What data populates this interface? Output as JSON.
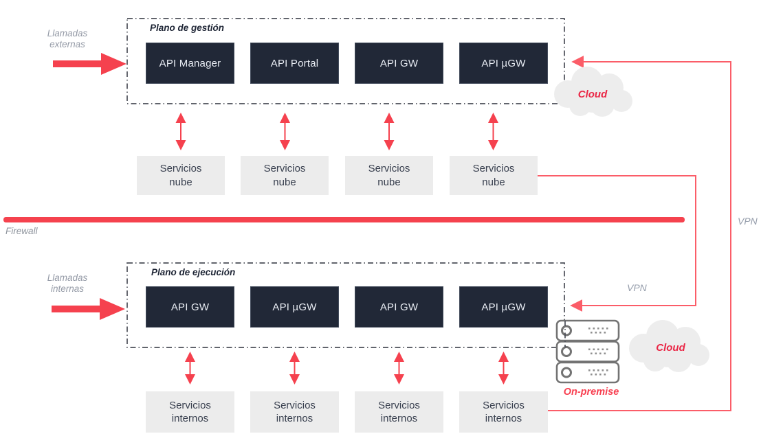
{
  "diagram": {
    "labels": {
      "external_calls": "Llamadas\nexternas",
      "internal_calls": "Llamadas\ninternas",
      "firewall": "Firewall",
      "vpn_inner": "VPN",
      "vpn_outer": "VPN"
    },
    "management_plane": {
      "title": "Plano de gestión",
      "boxes": [
        "API Manager",
        "API Portal",
        "API GW",
        "API µGW"
      ],
      "services": [
        "Servicios\nnube",
        "Servicios\nnube",
        "Servicios\nnube",
        "Servicios\nnube"
      ],
      "cloud_label": "Cloud"
    },
    "execution_plane": {
      "title": "Plano de ejecución",
      "boxes": [
        "API GW",
        "API µGW",
        "API GW",
        "API µGW"
      ],
      "services": [
        "Servicios\ninternos",
        "Servicios\ninternos",
        "Servicios\ninternos",
        "Servicios\ninternos"
      ],
      "cloud_label": "Cloud",
      "on_premise_label": "On-premise"
    },
    "colors": {
      "accent_red": "#f5414e",
      "connector_red": "#fb5d68",
      "dark_box": "#212837",
      "light_box": "#ececec",
      "cloud_text_red": "#ea2746",
      "label_gray": "#949aa6"
    }
  }
}
